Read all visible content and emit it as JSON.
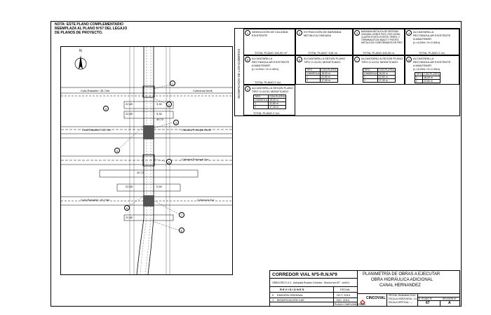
{
  "note": [
    "NOTA: ESTE PLANO COMPLEMENTARIO",
    "REEMPLAZA AL PLANO Nº57 DEL LEGAJO",
    "DE PLANOS DE PROYECTO."
  ],
  "legend": {
    "side_label": "SIGNIFICADO DE LOS NÚMEROS",
    "items": [
      {
        "n": "1",
        "text": [
          "DEMOLICIÓN DE CALZADA",
          "EXISTENTE"
        ],
        "total": "TOTAL PLANO  160,00  m²"
      },
      {
        "n": "2",
        "text": [
          "EXTRACCIÓN DE BARANDA",
          "METÁLICA CINCADA"
        ],
        "total": "TOTAL PLANO  *126  ml"
      },
      {
        "n": "3",
        "text": [
          "BARANDA METÁLICA DE DEFENSA",
          "CINCADA, DOBLE FLEX, DOS VIGAS,",
          "CUATRO POSTE-POSTES, PERFIL C",
          "TERMINALES DE ABAJO Y POSTES",
          "METÁLICOS CONFORMADOS EN FRÍO"
        ],
        "total": "TOTAL PLANO  430,00  m"
      },
      {
        "n": "4",
        "text": [
          "ALCANTARILLA",
          "RECTANGULAR EXISTENTE",
          "A MANTENER",
          "(L=4,00m / H=2,40m)"
        ],
        "total": "TOTAL PLANO  2  Ud."
      },
      {
        "n": "5",
        "text": [
          "ALCANTARILLA",
          "RECTANGULAR EXISTENTE",
          "A MANTENER",
          "(L=4,00m / H=2,40m)"
        ],
        "total": "TOTAL PLANO  2  Ud."
      },
      {
        "n": "6",
        "text": [
          "ALCANTARILLA SEGÚN PLANO",
          "TIPO O-41211 MODIFICADO"
        ],
        "total": ""
      },
      {
        "n": "7",
        "text": [
          "ALCANTARILLA SEGÚN PLANO",
          "TIPO O-41211 MODIFICADO"
        ],
        "total": ""
      },
      {
        "n": "8",
        "text": [
          "ALCANTARILLA",
          "RECTANGULAR EXISTENTE",
          "A MANTENER",
          "(L=4,00m / H=2,40m)"
        ],
        "total": ""
      },
      {
        "n": "9",
        "text": [
          "ALCANTARILLA SEGÚN PLANO",
          "TIPO O-41211 MODIFICADO"
        ],
        "total": "TOTAL PLANO  2  Ud."
      }
    ]
  },
  "map": {
    "north": "N",
    "road_labels": [
      "Cota Rasante= 35,74m",
      "Colectora Norte",
      "Cota Rasante= 33,74m",
      "Calzada Principal Norte",
      "Calzada Principal Sur",
      "Cota Rasante= 33,74m",
      "Colectora Sur"
    ],
    "dims": [
      "22,80",
      "22,80",
      "22,80",
      "22,80",
      "40,72",
      "40,72",
      "3,30",
      "3,30",
      "2,50"
    ],
    "callouts": [
      "1",
      "2",
      "3",
      "4",
      "5",
      "6",
      "7",
      "8",
      "9"
    ]
  },
  "titleblock": {
    "project": "CORREDOR VIAL Nº5-R.N.Nº9",
    "subtitle": "OBRA DRS D.U.3 - Autopista Rosario Córdoba - Sección km197 - km314",
    "revisions_header": "R E V I S I O N E S",
    "fecha_header": "FECHA",
    "rev0": {
      "n": "0",
      "text": "EMISIÓN ORIGINAL",
      "date": "OCT. 2014"
    },
    "rev1": {
      "n": "1",
      "text": "MODIFICACIÓN CAE",
      "date": "DIC. 2014"
    },
    "title_lines": [
      "PLANIMETRÍA DE OBRAS A EJECUTAR",
      "OBRA HIDRÁULICA ADICIONAL",
      "CANAL HERNANDEZ"
    ],
    "brand": "CINCOVIAL",
    "fecha": "FECHA: Diciembre 2014",
    "esc_h": "ESCALA HORIZONTAL: 1:1000",
    "esc_v": "ESCALA VERTICAL: ---",
    "plano_label": "PLANO Nº",
    "plano_value": "67",
    "revision_label": "REVISIÓN Nº",
    "revision_value": "A",
    "complementario": "PLANO COMPLEMENTARIO"
  }
}
